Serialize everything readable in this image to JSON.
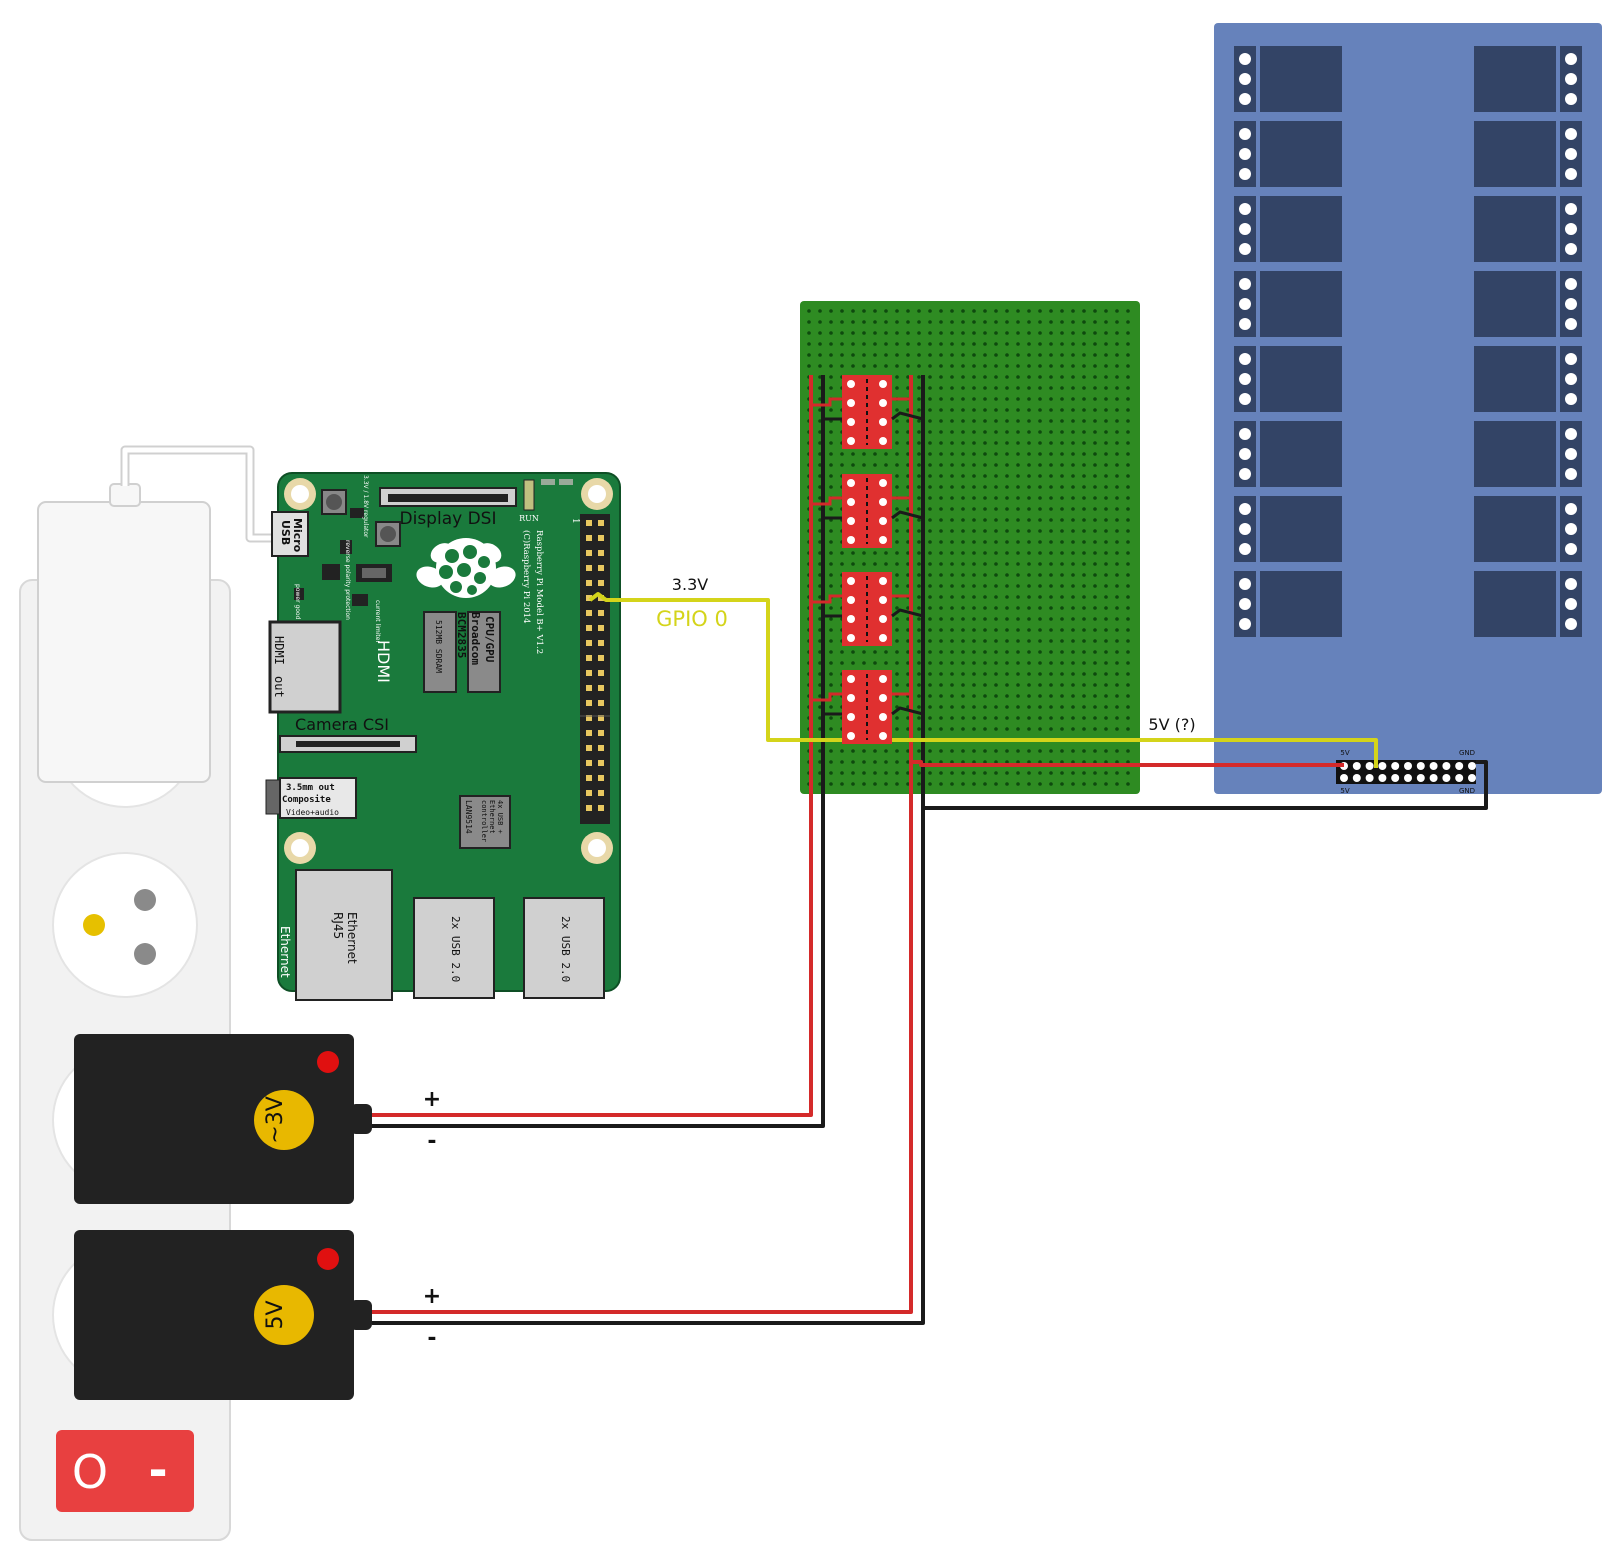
{
  "colors": {
    "wire_red": "#d42a2a",
    "wire_black": "#1a1a1a",
    "wire_yellow": "#d4d41a",
    "wire_white": "#d0d0d0",
    "pi_board": "#1a7a3c",
    "perfboard": "#2e8b22",
    "relay_board": "#6682bb",
    "relay_block": "#334466",
    "adapter_body": "#222222",
    "adapter_badge": "#e8b800",
    "led_red": "#e01010",
    "power_strip": "#f0f0f0",
    "switch_red": "#e84040"
  },
  "raspberry_pi": {
    "display_dsi": "Display DSI",
    "run": "RUN",
    "pin1": "1",
    "model_line1": "Raspberry Pi Model B+ V1.2",
    "model_line2": "(C)Raspberry Pi 2014",
    "micro_usb_1": "Micro",
    "micro_usb_2": "USB",
    "hdmi_out_1": "HDMI",
    "hdmi_out_2": "out",
    "hdmi": "HDMI",
    "camera_csi": "Camera CSI",
    "audio_1": "3.5mm out",
    "audio_2": "Composite",
    "audio_3": "Video+audio",
    "cpu_1": "CPU/GPU",
    "cpu_2": "Broadcom",
    "cpu_3": "BCM2835",
    "ram": "512MB SDRAM",
    "lan_chip": "LAN9514",
    "lan_desc_1": "4x USB +",
    "lan_desc_2": "Ethernet",
    "lan_desc_3": "controller",
    "ethernet_1": "Ethernet",
    "ethernet_2": "RJ45",
    "ethernet_side": "Ethernet",
    "usb_1": "2x USB 2.0",
    "usb_2": "2x USB 2.0",
    "power_good": "power good",
    "current_limiter": "current limiter",
    "reverse_polarity": "reverse polarity protection",
    "regulator": "3.3V / 1.8V regulator"
  },
  "wiring": {
    "label_33v": "3.3V",
    "label_gpio0": "GPIO 0",
    "label_5v": "5V (?)"
  },
  "relay_board": {
    "pin_5v_top": "5V",
    "pin_gnd_top": "GND",
    "pin_5v_bottom": "5V",
    "pin_gnd_bottom": "GND"
  },
  "adapters": [
    {
      "label": "~3V",
      "plus": "+",
      "minus": "-"
    },
    {
      "label": "5V",
      "plus": "+",
      "minus": "-"
    }
  ],
  "power_strip": {
    "switch_on": "O",
    "switch_off": "-"
  }
}
